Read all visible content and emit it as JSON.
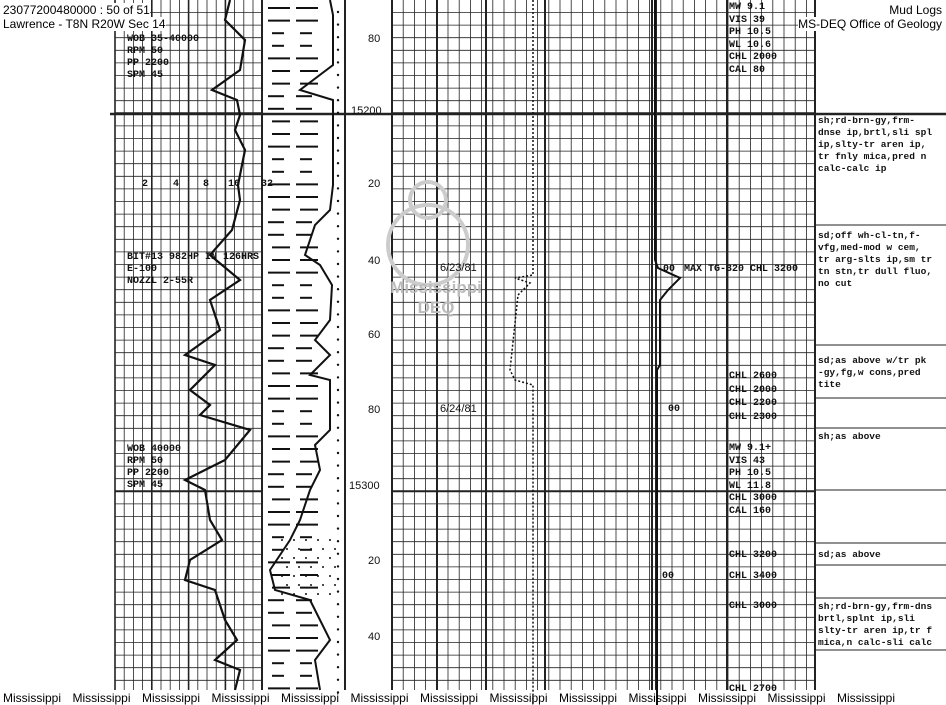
{
  "header": {
    "well_id_page": "23077200480000 : 50 of 51",
    "location": "Lawrence - T8N R20W Sec 14",
    "category": "Mud Logs",
    "agency": "MS-DEQ Office of Geology"
  },
  "depth_labels": [
    "80",
    "15200",
    "20",
    "40",
    "60",
    "80",
    "15300",
    "20",
    "40"
  ],
  "drill_scale": [
    "2",
    "4",
    "8",
    "16",
    "32"
  ],
  "drilling_params_1": [
    "WOB 35-40000",
    "RPM 50",
    "PP 2200",
    "SPM 45"
  ],
  "bit_info": [
    "BIT#13 982HP IN 126HRS",
    "E-100",
    "NOZZL 2-55R"
  ],
  "drilling_params_2": [
    "WOB 40000",
    "RPM 50",
    "PP 2200",
    "SPM 45"
  ],
  "dates": [
    "6/23/81",
    "6/24/81"
  ],
  "gas": {
    "zero1": "00",
    "max": "MAX TG-320 CHL 3200",
    "zero2": "00",
    "zero3": "00"
  },
  "mud_props_1": [
    "MW  9.1",
    "VIS 39",
    "PH  10.5",
    "WL  10.6",
    "CHL 2000",
    "CAL 80"
  ],
  "chl_mid": [
    "CHL 2600",
    "CHL 2000",
    "CHL 2200",
    "CHL 2300"
  ],
  "mud_props_2": [
    "MW  9.1+",
    "VIS 43",
    "PH  10.5",
    "WL  11.8",
    "CHL 3000",
    "CAL 160"
  ],
  "chl_low": [
    "CHL 3200",
    "CHL 3400",
    "CHL 3000",
    "CHL 2700"
  ],
  "descriptions": [
    "sh;rd-brn-gy,frm-\ndnse ip,brtl,sli spl\nip,slty-tr aren ip,\ntr fnly mica,pred n\ncalc-calc ip",
    "sd;off wh-cl-tn,f-\nvfg,med-mod w cem,\ntr arg-slts ip,sm tr\ntn stn,tr dull fluo,\nno cut",
    "sd;as above w/tr pk\n-gy,fg,w cons,pred\ntite",
    "sh;as above",
    "sd;as above",
    "sh;rd-brn-gy,frm-dns\nbrtl,splnt ip,sli\nslty-tr aren ip,tr f\nmica,n calc-sli calc"
  ],
  "watermark": {
    "line1": "Mississippi",
    "line2": "DEQ"
  },
  "footer": [
    "Mississippi",
    "Mississippi",
    "Mississippi",
    "Mississippi",
    "Mississippi",
    "Mississippi",
    "Mississippi",
    "Mississippi",
    "Mississippi",
    "Mississippi",
    "Mississippi",
    "Mississippi",
    "Mississippi"
  ]
}
